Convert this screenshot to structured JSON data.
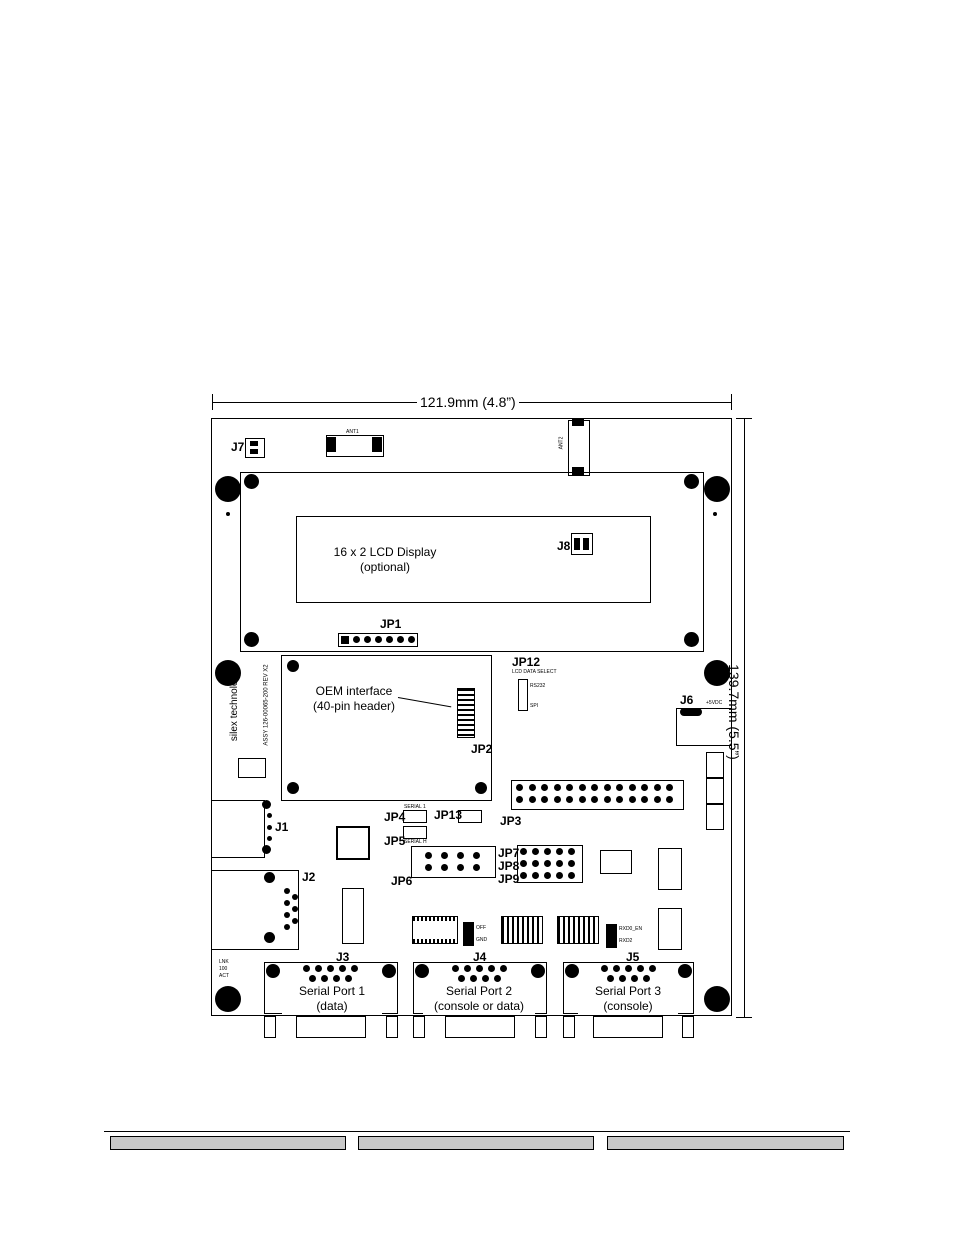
{
  "dimensions": {
    "width_label": "121.9mm (4.8”)",
    "height_label": "139.7mm (5.5”)"
  },
  "connectors": {
    "j1": "J1",
    "j2": "J2",
    "j3": "J3",
    "j4": "J4",
    "j5": "J5",
    "j6": "J6",
    "j7": "J7",
    "j8": "J8",
    "jp1": "JP1",
    "jp2": "JP2",
    "jp3": "JP3",
    "jp4": "JP4",
    "jp5": "JP5",
    "jp6": "JP6",
    "jp7": "JP7",
    "jp8": "JP8",
    "jp9": "JP9",
    "jp12": "JP12",
    "jp13": "JP13"
  },
  "lcd": {
    "line1": "16 x 2 LCD Display",
    "line2": "(optional)"
  },
  "oem": {
    "line1": "OEM interface",
    "line2": "(40-pin header)"
  },
  "serial_ports": [
    {
      "line1": "Serial Port 1",
      "line2": "(data)"
    },
    {
      "line1": "Serial Port 2",
      "line2": "(console or data)"
    },
    {
      "line1": "Serial Port 3",
      "line2": "(console)"
    }
  ],
  "silkscreen": {
    "brand": "silex technology",
    "board_id": "ASSY 126-00065-200 REV X2",
    "ant1": "ANT1",
    "ant2": "ANT2",
    "lcd_data_select": "LCD DATA SELECT",
    "rs232": "RS232",
    "spi": "SPI",
    "plus5vdc": "+5VDC",
    "serial1": "SERIAL 1",
    "serial_h": "SERIAL H",
    "off": "OFF",
    "gnd": "GND",
    "rxd0_en": "RXD0_EN",
    "rxd2": "RXD2",
    "lnk": "LNK",
    "act": "ACT",
    "io": "100"
  },
  "footer": {
    "bars": 3
  }
}
